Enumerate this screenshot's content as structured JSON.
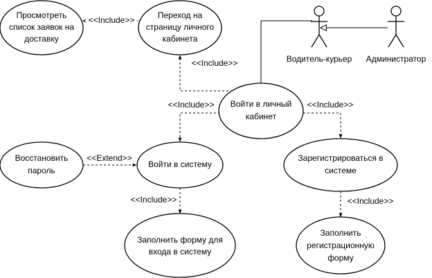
{
  "use_cases": {
    "view_requests": [
      "Просмотреть",
      "список заявок на",
      "доставку"
    ],
    "go_to_cabinet": [
      "Переход на",
      "страницу личного",
      "кабинета"
    ],
    "login_cabinet": [
      "Войти в личный",
      "кабинет"
    ],
    "restore_password": [
      "Восстановить",
      "пароль"
    ],
    "login_system": [
      "Войти в систему"
    ],
    "register": [
      "Зарегистрироваться в",
      "системе"
    ],
    "fill_login_form": [
      "Заполнить форму для",
      "входа в систему"
    ],
    "fill_reg_form": [
      "Заполнить",
      "регистрационную",
      "форму"
    ]
  },
  "actors": {
    "courier": "Водитель-курьер",
    "admin": "Администратор"
  },
  "relations": {
    "include_view": "<<Include>>",
    "include_cabinet": "<<Include>>",
    "include_login": "<<Include>>",
    "include_register": "<<Include>>",
    "extend_restore": "<<Extend>>",
    "include_login_form": "<<Include>>",
    "include_reg_form": "<<Include>>"
  }
}
